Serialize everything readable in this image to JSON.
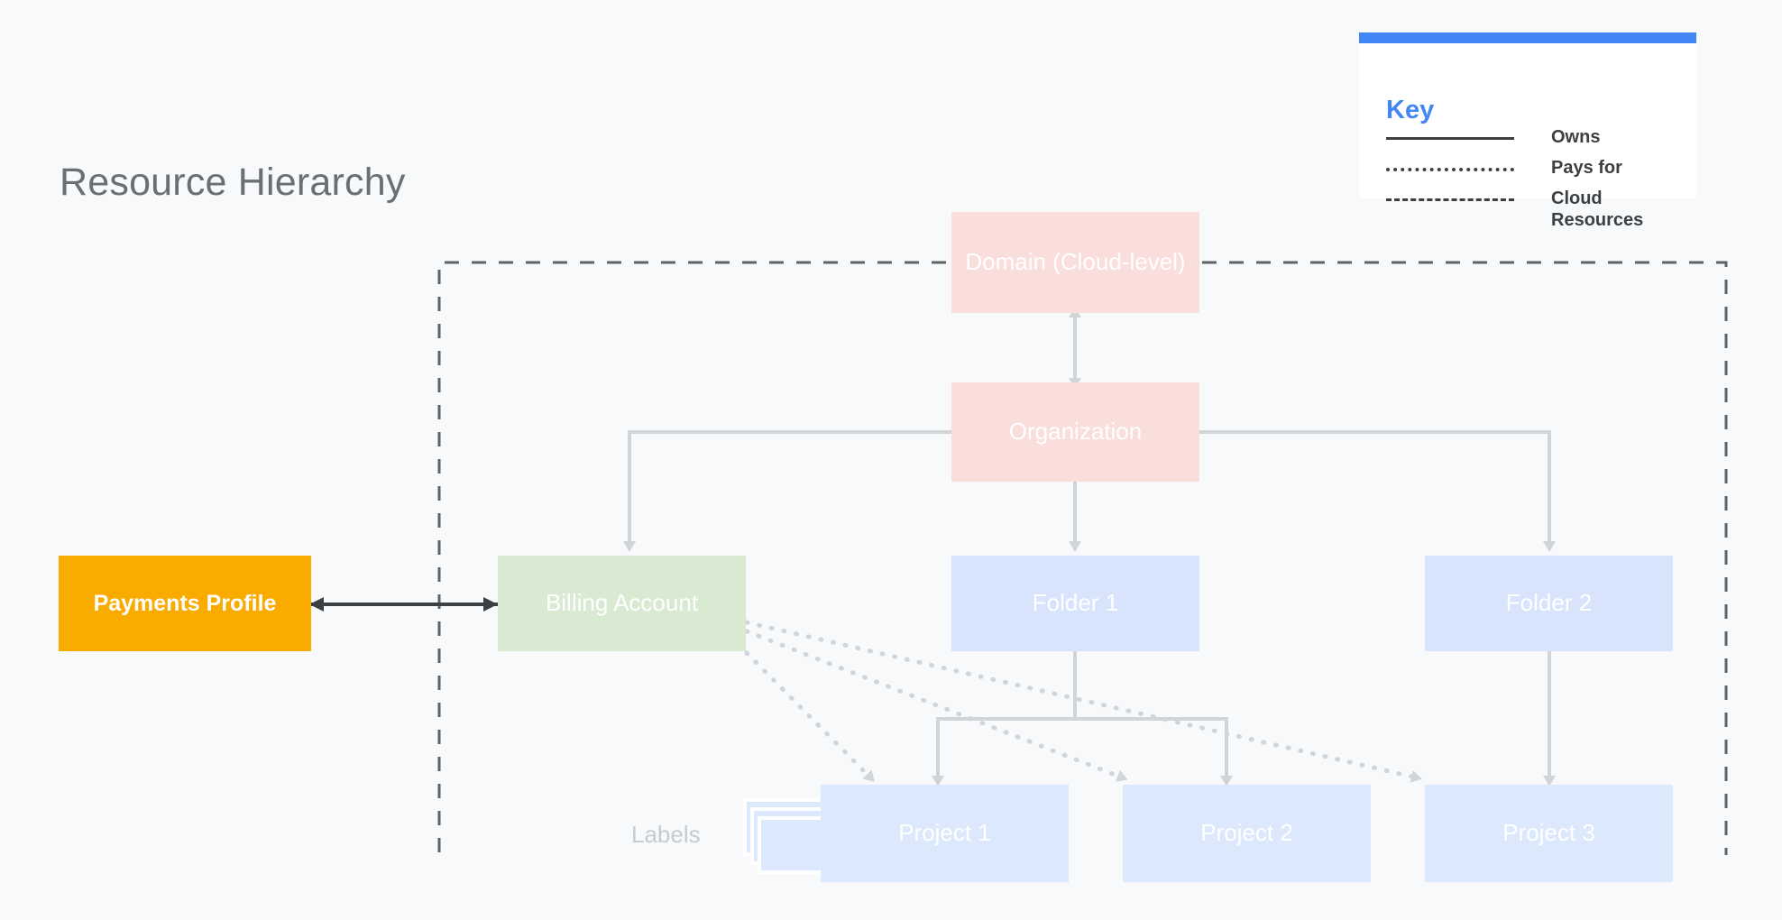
{
  "page": {
    "title": "Resource Hierarchy",
    "background_color": "#f7f9fa"
  },
  "key": {
    "title": "Key",
    "accent_color": "#4285f4",
    "items": [
      {
        "style": "solid",
        "label": "Owns"
      },
      {
        "style": "dotted",
        "label": "Pays for"
      },
      {
        "style": "dashed",
        "label": "Cloud Resources"
      }
    ]
  },
  "nodes": {
    "domain": {
      "label": "Domain (Cloud-level)",
      "color": "#f9dedc"
    },
    "organization": {
      "label": "Organization",
      "color": "#f9dedc"
    },
    "billing_account": {
      "label": "Billing Account",
      "color": "#d9ead3"
    },
    "payments_profile": {
      "label": "Payments Profile",
      "color": "#f9ab00"
    },
    "folder_1": {
      "label": "Folder 1",
      "color": "#d7e4fb"
    },
    "folder_2": {
      "label": "Folder 2",
      "color": "#d7e4fb"
    },
    "project_1": {
      "label": "Project 1",
      "color": "#dce8fb"
    },
    "project_2": {
      "label": "Project 2",
      "color": "#dce8fb"
    },
    "project_3": {
      "label": "Project 3",
      "color": "#dce8fb"
    },
    "labels": {
      "label": "Labels",
      "color": "#dce8fb"
    }
  },
  "edges": [
    {
      "from": "domain",
      "to": "organization",
      "style": "solid",
      "arrows": "both",
      "relation": "Owns"
    },
    {
      "from": "organization",
      "to": "billing_account",
      "style": "solid",
      "arrows": "end",
      "relation": "Owns"
    },
    {
      "from": "organization",
      "to": "folder_1",
      "style": "solid",
      "arrows": "end",
      "relation": "Owns"
    },
    {
      "from": "organization",
      "to": "folder_2",
      "style": "solid",
      "arrows": "end",
      "relation": "Owns"
    },
    {
      "from": "folder_1",
      "to": "project_1",
      "style": "solid",
      "arrows": "end",
      "relation": "Owns"
    },
    {
      "from": "folder_1",
      "to": "project_2",
      "style": "solid",
      "arrows": "end",
      "relation": "Owns"
    },
    {
      "from": "folder_2",
      "to": "project_3",
      "style": "solid",
      "arrows": "end",
      "relation": "Owns"
    },
    {
      "from": "payments_profile",
      "to": "billing_account",
      "style": "solid",
      "arrows": "both",
      "relation": "Owns"
    },
    {
      "from": "billing_account",
      "to": "project_1",
      "style": "dotted",
      "arrows": "end",
      "relation": "Pays for"
    },
    {
      "from": "billing_account",
      "to": "project_2",
      "style": "dotted",
      "arrows": "end",
      "relation": "Pays for"
    },
    {
      "from": "billing_account",
      "to": "project_3",
      "style": "dotted",
      "arrows": "end",
      "relation": "Pays for"
    }
  ],
  "cloud_boundary": {
    "style": "dashed",
    "relation": "Cloud Resources",
    "color": "#5f6368"
  }
}
